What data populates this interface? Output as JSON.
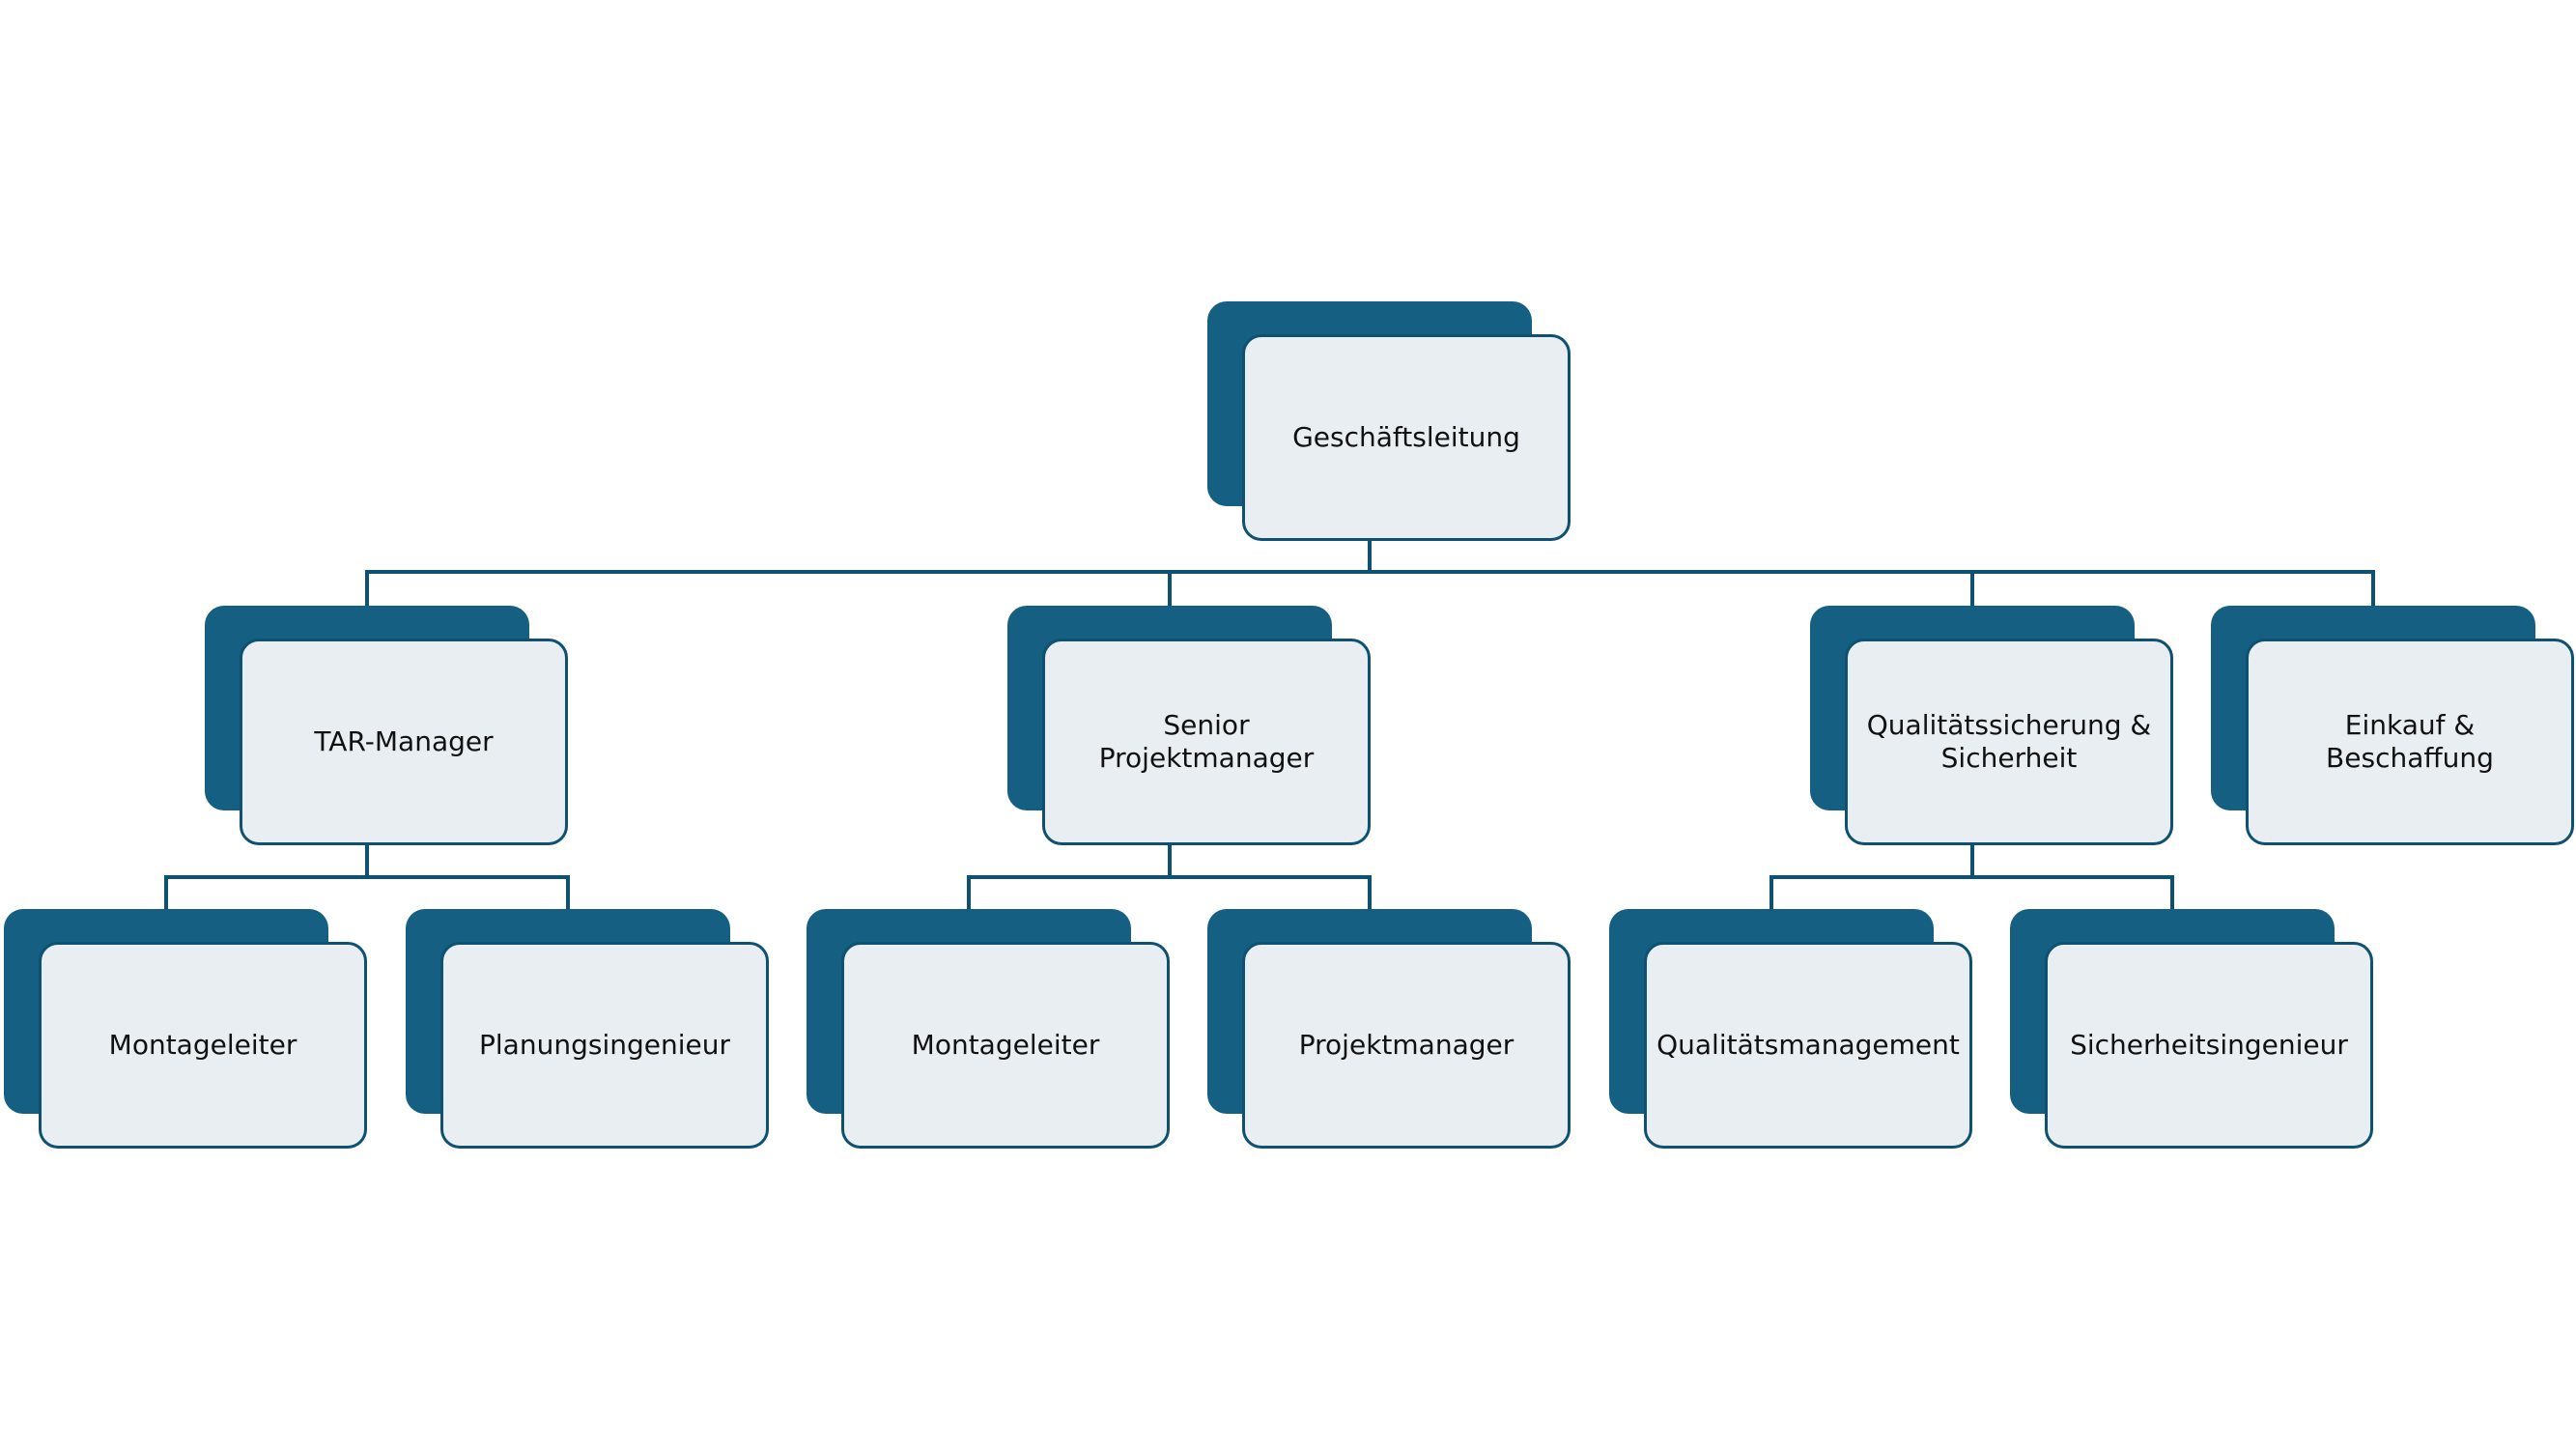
{
  "colors": {
    "dark": "#156082",
    "light": "#e8eef2",
    "line": "#0e5171",
    "text": "#111111",
    "background": "#ffffff"
  },
  "nodes": {
    "ceo": "Geschäftsleitung",
    "tar_manager": "TAR-Manager",
    "senior_pm": "Senior Projektmanager",
    "qa_safety": "Qualitätssicherung &\nSicherheit",
    "procurement": "Einkauf & Beschaffung",
    "montageleiter_1": "Montageleiter",
    "planungsingenieur": "Planungsingenieur",
    "montageleiter_2": "Montageleiter",
    "projektmanager": "Projektmanager",
    "qualitaetsmanagement": "Qualitätsmanagement",
    "sicherheitsingenieur": "Sicherheitsingenieur"
  }
}
